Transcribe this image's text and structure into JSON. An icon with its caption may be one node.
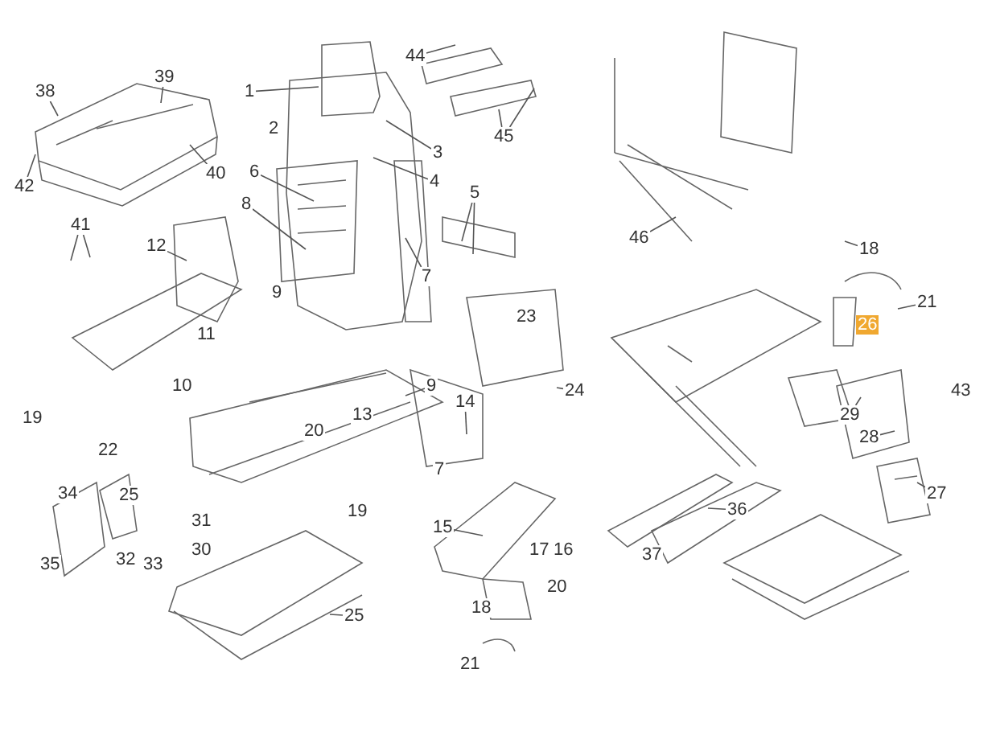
{
  "diagram": {
    "nodes": [
      {
        "text": [
          "44"
        ]
      },
      {
        "text": [
          "39"
        ]
      },
      {
        "text": [
          "38"
        ]
      },
      {
        "text": [
          "1"
        ]
      },
      {
        "text": [
          "2"
        ]
      },
      {
        "text": [
          "45"
        ]
      },
      {
        "text": [
          "3"
        ]
      },
      {
        "text": [
          "40"
        ]
      },
      {
        "text": [
          "6"
        ]
      },
      {
        "text": [
          "4"
        ]
      },
      {
        "text": [
          "42"
        ]
      },
      {
        "text": [
          "5"
        ]
      },
      {
        "text": [
          "8"
        ]
      },
      {
        "text": [
          "41"
        ]
      },
      {
        "text": [
          "46"
        ]
      },
      {
        "text": [
          "12"
        ]
      },
      {
        "text": [
          "18"
        ]
      },
      {
        "text": [
          "7"
        ]
      },
      {
        "text": [
          "9"
        ]
      },
      {
        "text": [
          "21"
        ]
      },
      {
        "text": [
          "23"
        ]
      },
      {
        "text": [
          "26"
        ]
      },
      {
        "text": [
          "11"
        ]
      },
      {
        "text": [
          "10"
        ]
      },
      {
        "text": [
          "9"
        ]
      },
      {
        "text": [
          "24"
        ]
      },
      {
        "text": [
          "43"
        ]
      },
      {
        "text": [
          "14"
        ]
      },
      {
        "text": [
          "13"
        ]
      },
      {
        "text": [
          "29"
        ]
      },
      {
        "text": [
          "19"
        ]
      },
      {
        "text": [
          "20"
        ]
      },
      {
        "text": [
          "28"
        ]
      },
      {
        "text": [
          "22"
        ]
      },
      {
        "text": [
          "7"
        ]
      },
      {
        "text": [
          "34"
        ]
      },
      {
        "text": [
          "25"
        ]
      },
      {
        "text": [
          "27"
        ]
      },
      {
        "text": [
          "36"
        ]
      },
      {
        "text": [
          "19"
        ]
      },
      {
        "text": [
          "31"
        ]
      },
      {
        "text": [
          "15"
        ]
      },
      {
        "text": [
          "30"
        ]
      },
      {
        "text": [
          "17"
        ]
      },
      {
        "text": [
          "16"
        ]
      },
      {
        "text": [
          "37"
        ]
      },
      {
        "text": [
          "32"
        ]
      },
      {
        "text": [
          "33"
        ]
      },
      {
        "text": [
          "35"
        ]
      },
      {
        "text": [
          "20"
        ]
      },
      {
        "text": [
          "18"
        ]
      },
      {
        "text": [
          "25"
        ]
      },
      {
        "text": [
          "21"
        ]
      }
    ],
    "edges": [
      {
        "from": 0,
        "to": null,
        "arrow": "none"
      },
      {
        "from": 1,
        "to": null,
        "arrow": "none"
      },
      {
        "from": 2,
        "to": null,
        "arrow": "none"
      },
      {
        "from": 3,
        "to": null,
        "arrow": "none"
      },
      {
        "from": 6,
        "to": null,
        "arrow": "none"
      },
      {
        "from": 7,
        "to": null,
        "arrow": "none"
      },
      {
        "from": 8,
        "to": null,
        "arrow": "none"
      },
      {
        "from": 9,
        "to": null,
        "arrow": "none"
      },
      {
        "from": 10,
        "to": null,
        "arrow": "none"
      },
      {
        "from": 11,
        "to": null,
        "arrow": "none"
      },
      {
        "from": 11,
        "to": null,
        "arrow": "none"
      },
      {
        "from": 12,
        "to": null,
        "arrow": "none"
      },
      {
        "from": 13,
        "to": null,
        "arrow": "none"
      },
      {
        "from": 13,
        "to": null,
        "arrow": "none"
      },
      {
        "from": 14,
        "to": null,
        "arrow": "none"
      },
      {
        "from": 15,
        "to": null,
        "arrow": "none"
      },
      {
        "from": 16,
        "to": null,
        "arrow": "none"
      },
      {
        "from": 17,
        "to": null,
        "arrow": "none"
      },
      {
        "from": 5,
        "to": null,
        "arrow": "none"
      },
      {
        "from": 5,
        "to": null,
        "arrow": "none"
      },
      {
        "from": 25,
        "to": null,
        "arrow": "none"
      },
      {
        "from": 24,
        "to": null,
        "arrow": "none"
      },
      {
        "from": 41,
        "to": null,
        "arrow": "none"
      },
      {
        "from": 38,
        "to": null,
        "arrow": "none"
      },
      {
        "from": 51,
        "to": null,
        "arrow": "none"
      },
      {
        "from": 19,
        "to": null,
        "arrow": "none"
      },
      {
        "from": 29,
        "to": null,
        "arrow": "none"
      },
      {
        "from": 32,
        "to": null,
        "arrow": "none"
      },
      {
        "from": 37,
        "to": null,
        "arrow": "none"
      },
      {
        "from": 27,
        "to": null,
        "arrow": "none"
      }
    ]
  }
}
